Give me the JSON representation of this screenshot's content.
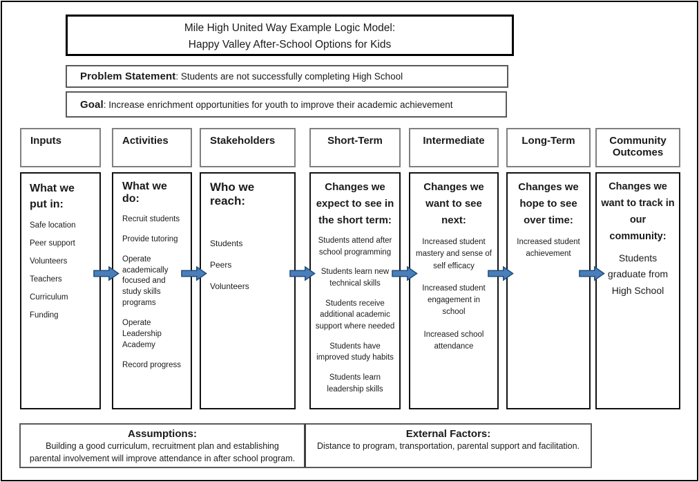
{
  "title": {
    "line1": "Mile High United Way Example Logic Model:",
    "line2": "Happy Valley After-School Options for Kids"
  },
  "problem": {
    "label": "Problem Statement",
    "text": ": Students are not successfully completing High School"
  },
  "goal": {
    "label": "Goal",
    "text": ": Increase enrichment opportunities for youth to improve their academic achievement"
  },
  "columns": [
    {
      "header": "Inputs",
      "heading": "What we put in:",
      "items": [
        "Safe location",
        "Peer support",
        "Volunteers",
        "Teachers",
        "Curriculum",
        "Funding"
      ]
    },
    {
      "header": "Activities",
      "heading": "What we do:",
      "items": [
        "Recruit students",
        "Provide tutoring",
        "Operate academically focused and study skills programs",
        "Operate Leadership Academy",
        "Record progress"
      ]
    },
    {
      "header": "Stakeholders",
      "heading": "Who we reach:",
      "items": [
        "Students",
        "Peers",
        "Volunteers"
      ]
    },
    {
      "header": "Short-Term",
      "heading": "Changes we expect to see in the short term:",
      "items": [
        "Students attend after school programming",
        "Students learn new technical skills",
        "Students receive additional academic support where needed",
        "Students have improved study habits",
        "Students learn leadership skills"
      ]
    },
    {
      "header": "Intermediate",
      "heading": "Changes we want to see next:",
      "items": [
        "Increased student mastery and sense of self efficacy",
        "Increased student engagement in school",
        "Increased school attendance"
      ]
    },
    {
      "header": "Long-Term",
      "heading": "Changes we hope to see over time:",
      "items": [
        "Increased student achievement"
      ]
    },
    {
      "header": "Community Outcomes",
      "heading": "Changes we want to track in our community:",
      "items": [
        "Students graduate from High School"
      ]
    }
  ],
  "assumptions": {
    "label": "Assumptions:",
    "text": "Building a good curriculum, recruitment plan and establishing parental involvement will improve attendance in after school program."
  },
  "external_factors": {
    "label": "External Factors:",
    "text": "Distance to program, transportation, parental support and facilitation."
  },
  "colors": {
    "arrow_fill": "#4a7ebb",
    "arrow_stroke": "#1f4e79",
    "header_border": "#7f7f7f",
    "box_border": "#111111"
  }
}
